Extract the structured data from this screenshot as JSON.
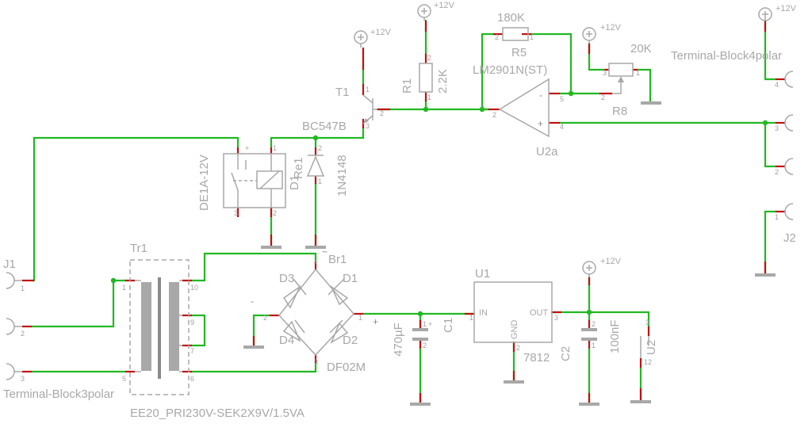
{
  "components": {
    "T1": {
      "ref": "T1",
      "value": "BC547B"
    },
    "R1": {
      "ref": "R1",
      "value": "2.2K"
    },
    "R5": {
      "ref": "R5",
      "value": "180K"
    },
    "R8": {
      "ref": "R8",
      "value": "20K"
    },
    "U2a": {
      "ref": "U2a",
      "value": "LM2901N(ST)"
    },
    "Re1": {
      "ref": "Re1",
      "value": "DE1A-12V"
    },
    "D1_diode": {
      "ref": "D1",
      "value": "1N4148"
    },
    "Tr1": {
      "ref": "Tr1",
      "value": "EE20_PRI230V-SEK2X9V/1.5VA"
    },
    "Br1": {
      "ref": "Br1",
      "value": "DF02M",
      "diodes": [
        "D3",
        "D1",
        "D4",
        "D2"
      ],
      "plus": "+",
      "minus": "-",
      "tilde": "~"
    },
    "C1": {
      "ref": "C1",
      "value": "470µF"
    },
    "U1": {
      "ref": "U1",
      "value": "7812",
      "pin_in": "IN",
      "pin_gnd": "GND",
      "pin_out": "OUT"
    },
    "C2": {
      "ref": "C2",
      "value": "100nF"
    },
    "U2": {
      "ref": "U2"
    },
    "J1": {
      "ref": "J1",
      "value": "Terminal-Block3polar"
    },
    "J2": {
      "ref": "J2",
      "value": "Terminal-Block4polar"
    }
  },
  "supply_label": "+12V",
  "plus_sign": "+",
  "pins": {
    "n1": "1",
    "n2": "2",
    "n3": "3",
    "n4": "4",
    "n5": "5",
    "n6": "6",
    "n7": "7",
    "n9": "9",
    "n10": "10",
    "n12": "12",
    "plus": "+",
    "minus": "-"
  }
}
